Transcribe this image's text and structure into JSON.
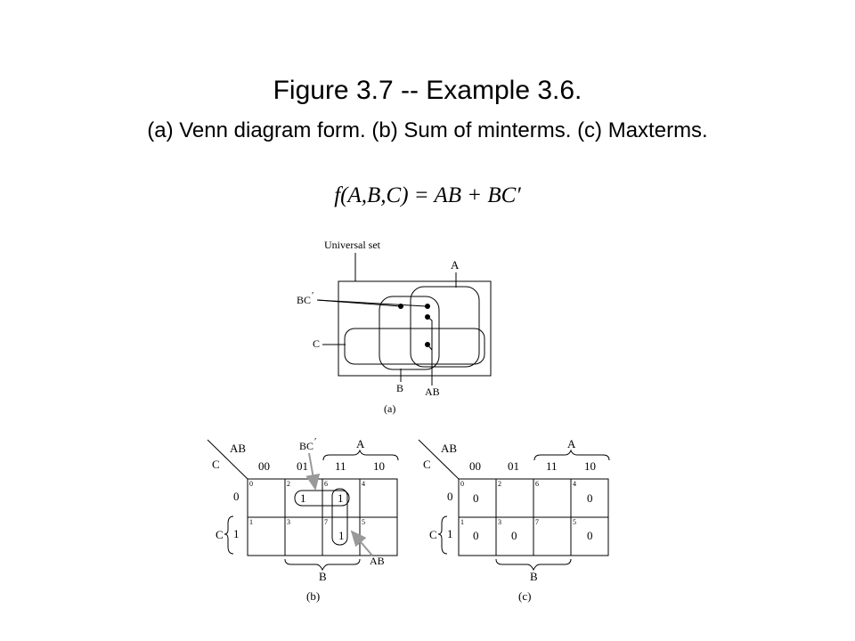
{
  "title": "Figure 3.7 -- Example 3.6.",
  "subtitle": "(a) Venn diagram form.  (b) Sum of minterms.  (c) Maxterms.",
  "formula": "f(A,B,C) = AB + BC′",
  "venn": {
    "universal_label": "Universal set",
    "label_a": "A",
    "label_bc_prefix": "BC",
    "label_bc_prime": "′",
    "label_c": "C",
    "label_b": "B",
    "label_ab": "AB",
    "caption": "(a)"
  },
  "kmap_common": {
    "ab": "AB",
    "c": "C",
    "col_headers": [
      "00",
      "01",
      "11",
      "10"
    ],
    "row0": "0",
    "row1": "1",
    "c_side": "C",
    "a": "A",
    "b": "B",
    "indices_top": [
      "0",
      "2",
      "6",
      "4"
    ],
    "indices_bottom": [
      "1",
      "3",
      "7",
      "5"
    ]
  },
  "kmap_b": {
    "cells_top": [
      "",
      "1",
      "1",
      ""
    ],
    "cells_bottom": [
      "",
      "",
      "1",
      ""
    ],
    "label_bc": "BC",
    "label_bc_prime": "′",
    "label_ab": "AB",
    "caption": "(b)"
  },
  "kmap_c": {
    "cells_top": [
      "0",
      "",
      "",
      "0"
    ],
    "cells_bottom": [
      "0",
      "0",
      "",
      "0"
    ],
    "caption": "(c)"
  }
}
